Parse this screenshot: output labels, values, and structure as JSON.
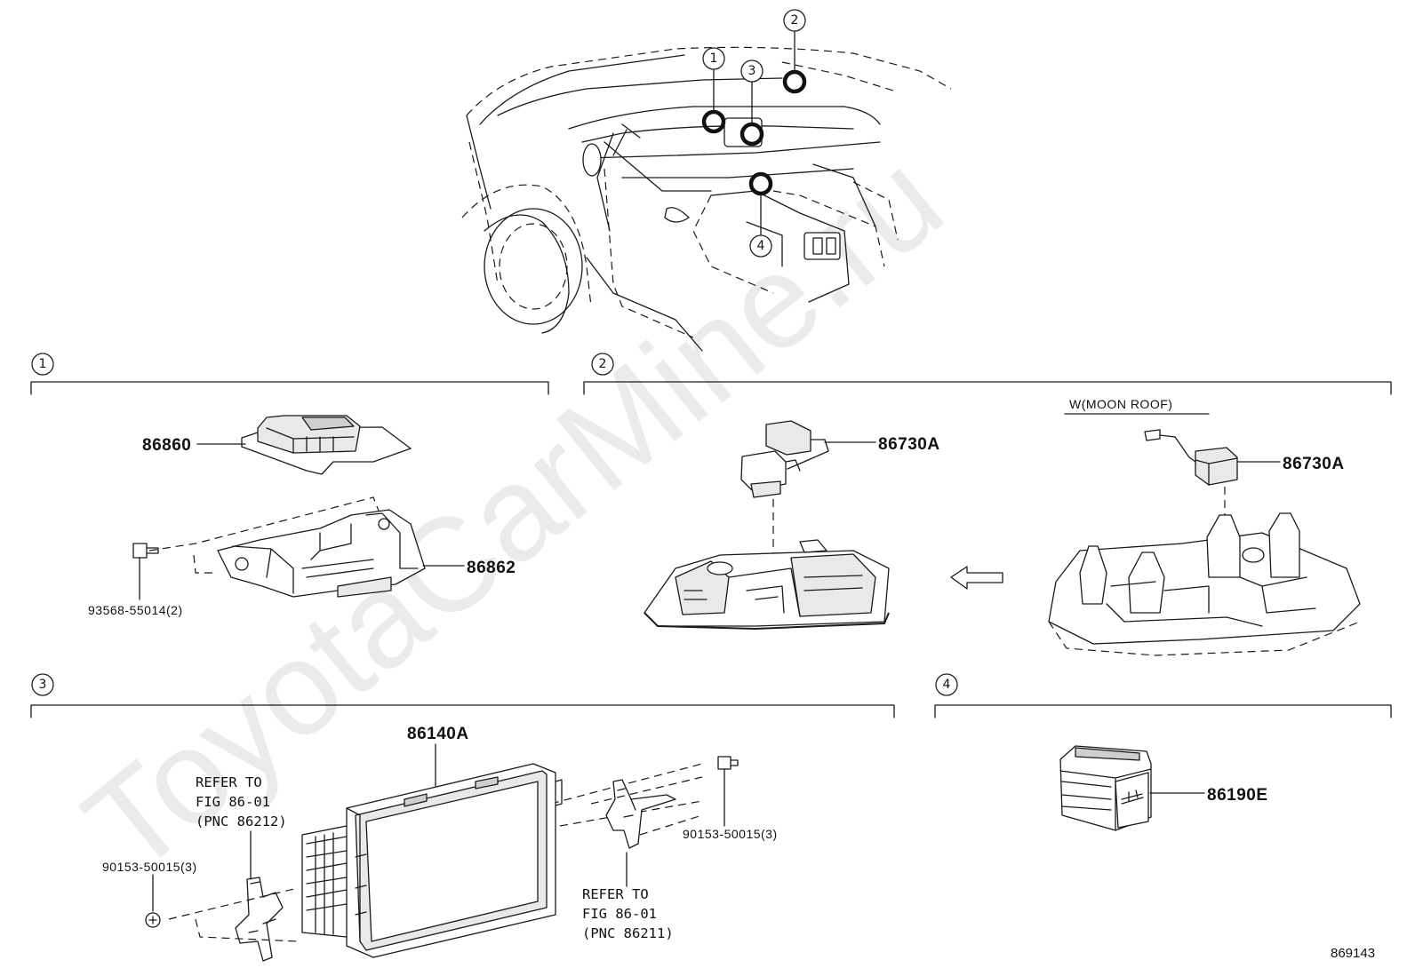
{
  "watermark": "ToyotaCarMine.ru",
  "figure_number": "869143",
  "callouts": {
    "c1": "1",
    "c2": "2",
    "c3": "3",
    "c4": "4"
  },
  "sections": {
    "s1": {
      "number": "1",
      "parts": {
        "ecu": "86860",
        "bracket": "86862",
        "screw": "93568-55014(2)"
      }
    },
    "s2": {
      "number": "2",
      "variant_label": "W(MOON ROOF)",
      "parts": {
        "mic_left": "86730A",
        "mic_right": "86730A"
      }
    },
    "s3": {
      "number": "3",
      "parts": {
        "display": "86140A",
        "screw_left": "90153-50015(3)",
        "screw_right": "90153-50015(3)"
      },
      "refer_left": {
        "l1": "REFER TO",
        "l2": "FIG 86-01",
        "l3": "(PNC 86212)"
      },
      "refer_right": {
        "l1": "REFER TO",
        "l2": "FIG 86-01",
        "l3": "(PNC 86211)"
      }
    },
    "s4": {
      "number": "4",
      "parts": {
        "usb": "86190E"
      }
    }
  }
}
